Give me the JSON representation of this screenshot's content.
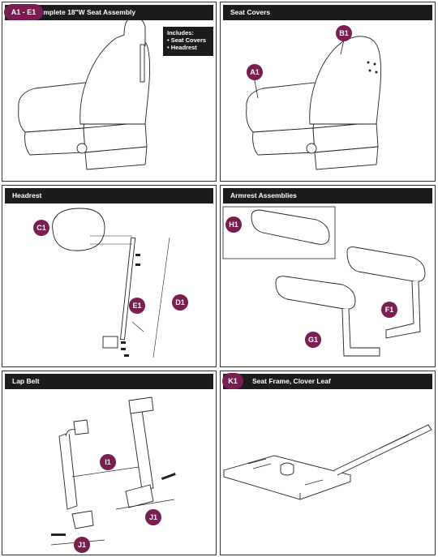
{
  "panels": {
    "seat_assembly": {
      "badge": "A1 - E1",
      "title": "Complete 18\"W Seat Assembly",
      "includes_heading": "Includes:",
      "includes_items": [
        "• Seat Covers",
        "• Headrest"
      ]
    },
    "seat_covers": {
      "title": "Seat Covers",
      "callouts": [
        "A1",
        "B1"
      ]
    },
    "headrest": {
      "title": "Headrest",
      "callouts": [
        "C1",
        "D1",
        "E1"
      ]
    },
    "armrest": {
      "title": "Armrest Assemblies",
      "callouts": [
        "H1",
        "G1",
        "F1"
      ]
    },
    "lap_belt": {
      "title": "Lap Belt",
      "callouts": [
        "I1",
        "J1",
        "J1"
      ]
    },
    "seat_frame": {
      "badge": "K1",
      "title": "Seat Frame, Clover Leaf"
    }
  },
  "colors": {
    "accent": "#7a1e52",
    "header": "#1c1c1c"
  }
}
